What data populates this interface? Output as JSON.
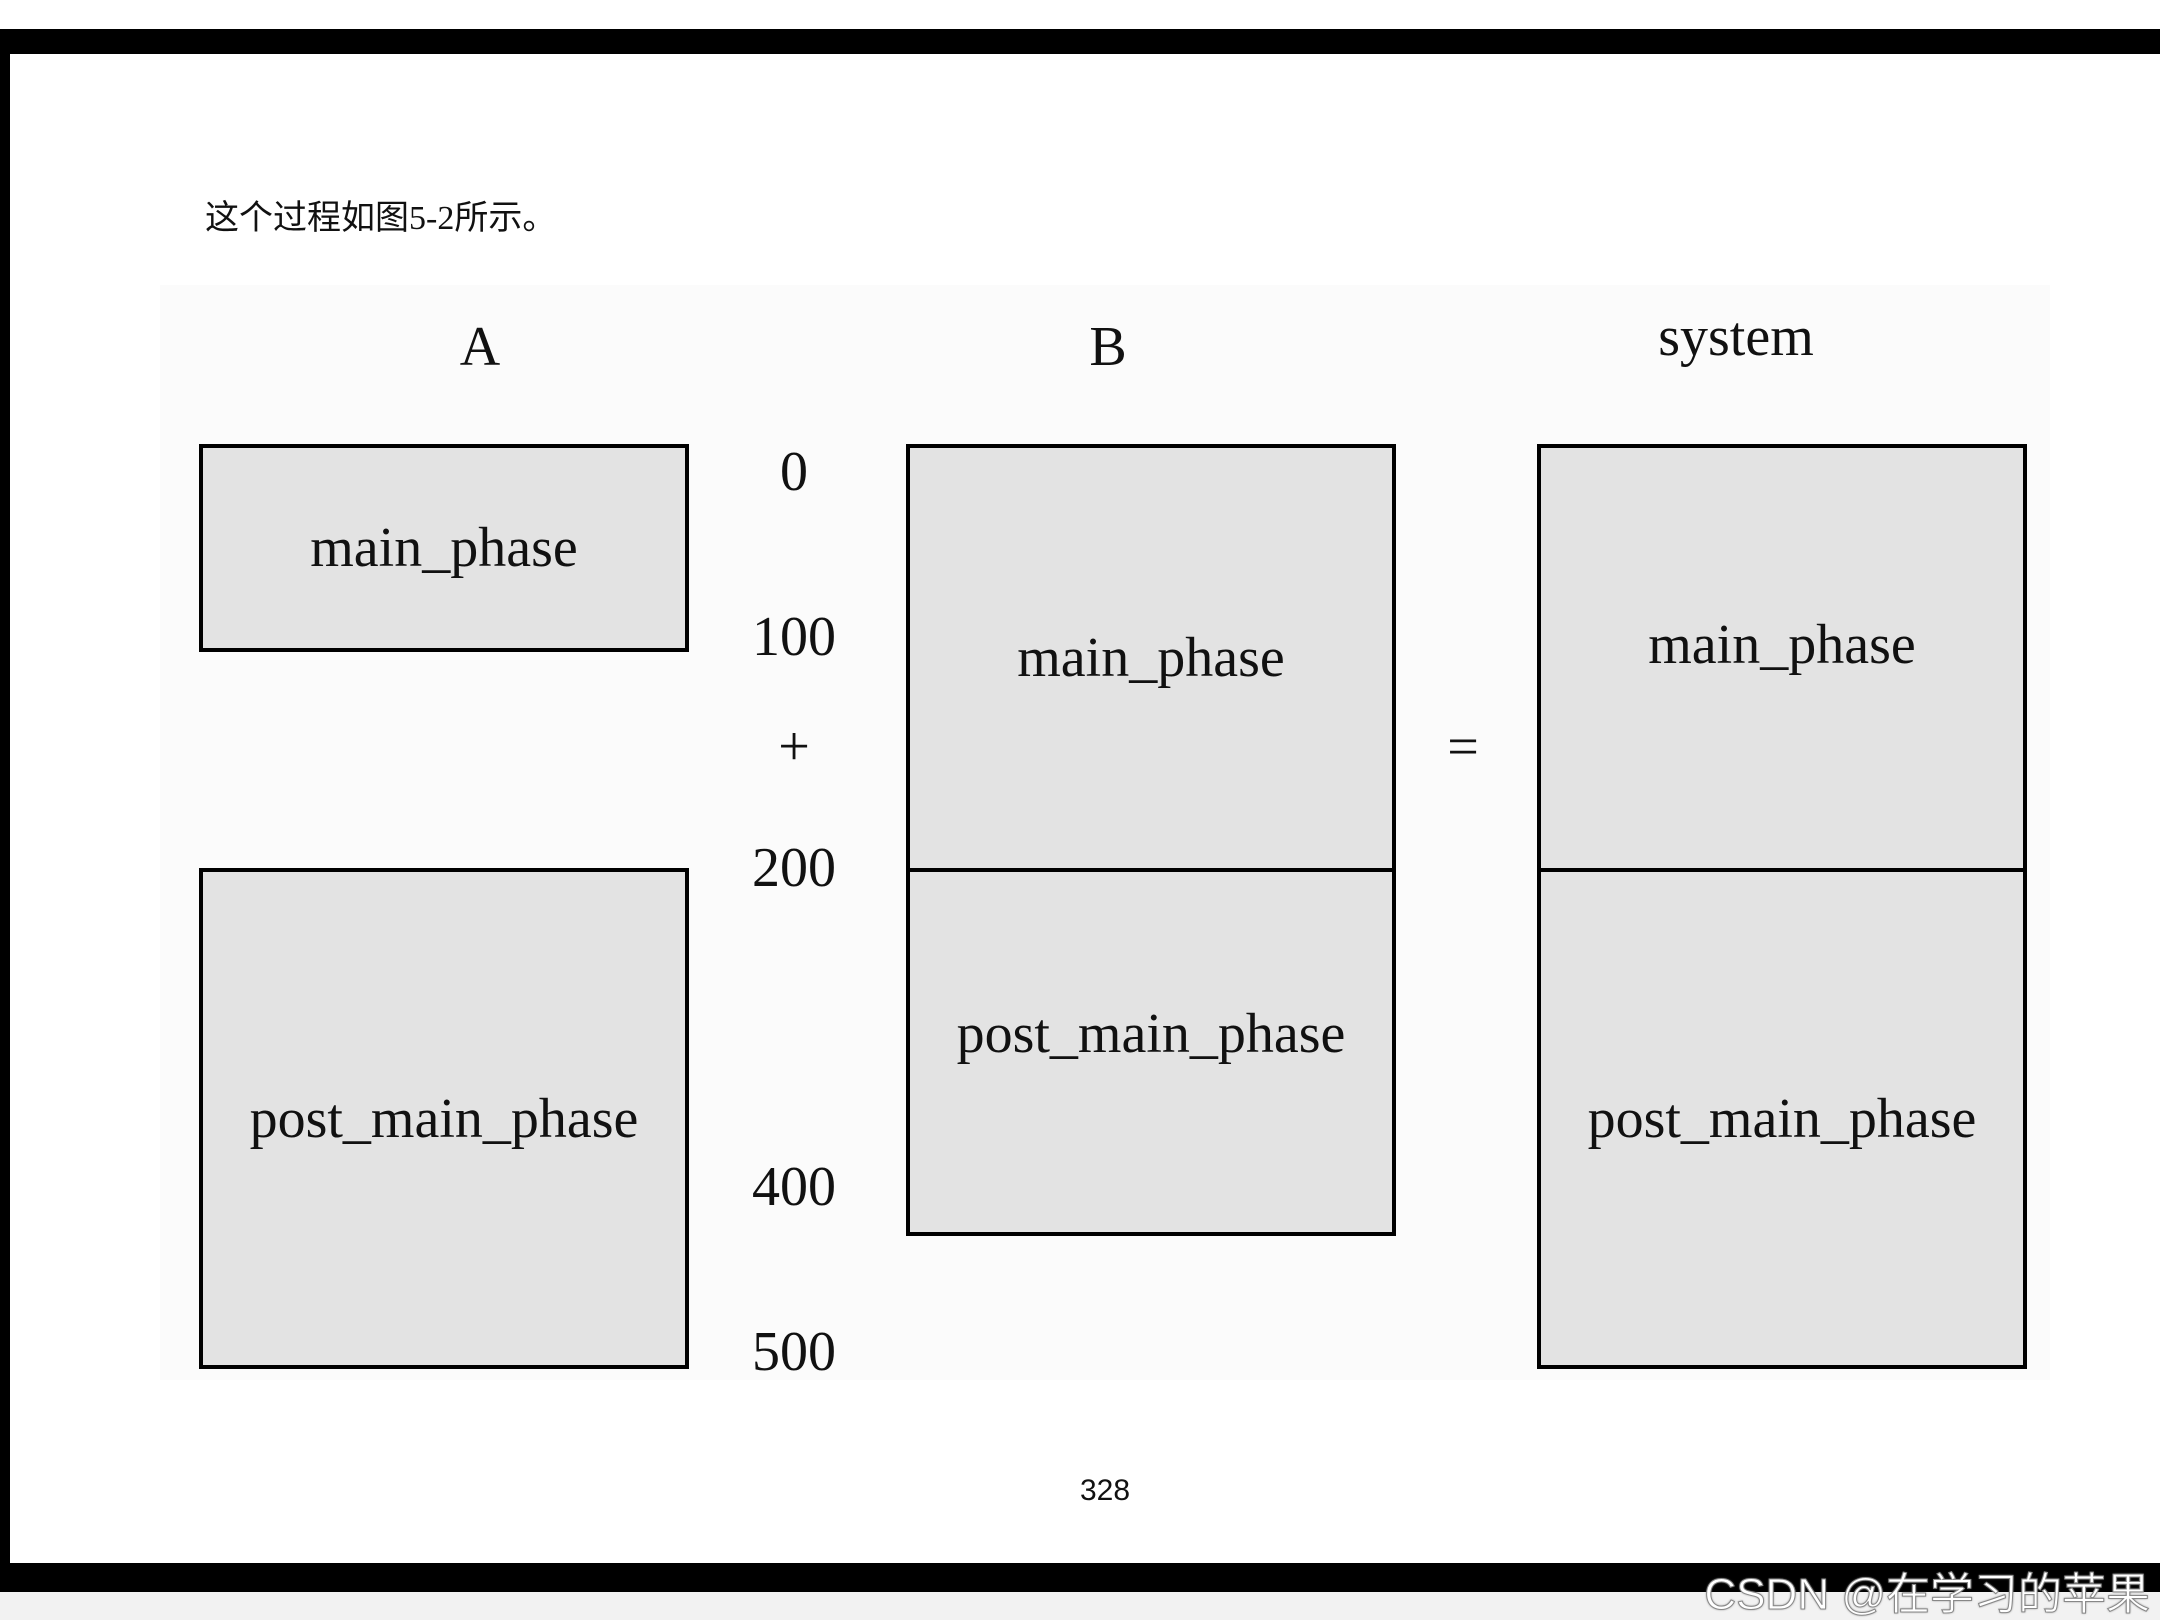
{
  "caption": "这个过程如图5-2所示。",
  "diagram": {
    "columns": [
      {
        "title": "A",
        "boxes": [
          "main_phase",
          "post_main_phase"
        ]
      },
      {
        "title": "B",
        "boxes": [
          "main_phase",
          "post_main_phase"
        ]
      },
      {
        "title": "system",
        "boxes": [
          "main_phase",
          "post_main_phase"
        ]
      }
    ],
    "ticks": [
      "0",
      "100",
      "200",
      "400",
      "500"
    ],
    "plus": "+",
    "equals": "="
  },
  "page_number": "328",
  "watermark": "CSDN @在学习的苹果"
}
